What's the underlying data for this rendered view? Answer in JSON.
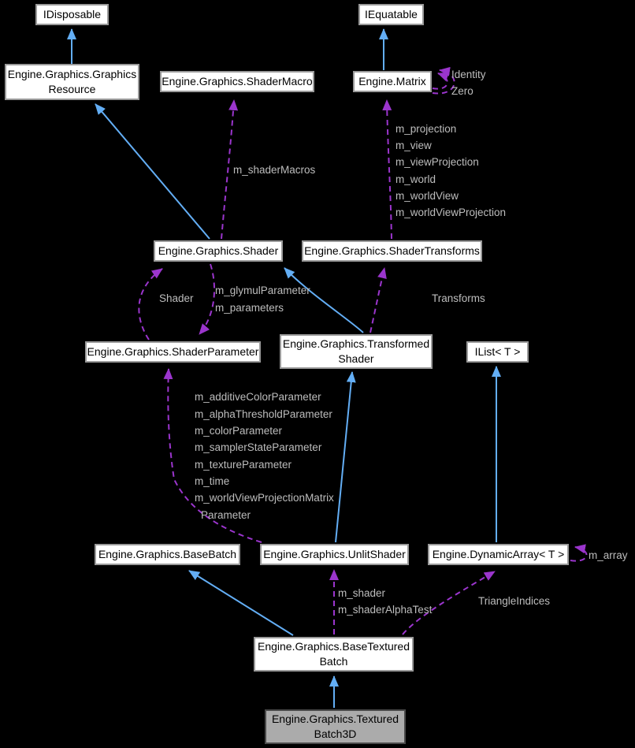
{
  "diagram": {
    "type": "collaboration-graph",
    "background": "#000000",
    "colors": {
      "inheritance_arrow": "#63aef5",
      "usage_arrow": "#9b35cd",
      "node_fill": "#ffffff",
      "node_border": "#9a9a9a",
      "node_text": "#000000",
      "selected_fill": "#ababab",
      "selected_border": "#4a4a4a",
      "edge_label": "#bdbdbd"
    }
  },
  "nodes": {
    "idisposable": {
      "label": "IDisposable"
    },
    "iequatable": {
      "label": "IEquatable"
    },
    "graphics_resource": {
      "line1": "Engine.Graphics.Graphics",
      "line2": "Resource"
    },
    "shader_macro": {
      "label": "Engine.Graphics.ShaderMacro"
    },
    "matrix": {
      "label": "Engine.Matrix"
    },
    "shader": {
      "label": "Engine.Graphics.Shader"
    },
    "shader_transforms": {
      "label": "Engine.Graphics.ShaderTransforms"
    },
    "shader_parameter": {
      "label": "Engine.Graphics.ShaderParameter"
    },
    "transformed_shader": {
      "line1": "Engine.Graphics.Transformed",
      "line2": "Shader"
    },
    "ilist": {
      "label": "IList< T >"
    },
    "base_batch": {
      "label": "Engine.Graphics.BaseBatch"
    },
    "unlit_shader": {
      "label": "Engine.Graphics.UnlitShader"
    },
    "dynamic_array": {
      "label": "Engine.DynamicArray< T >"
    },
    "base_textured_batch": {
      "line1": "Engine.Graphics.BaseTextured",
      "line2": "Batch"
    },
    "textured_batch_3d": {
      "line1": "Engine.Graphics.Textured",
      "line2": "Batch3D",
      "highlighted": true
    }
  },
  "edge_labels": {
    "identity": "Identity",
    "zero": "Zero",
    "m_shader_macros": "m_shaderMacros",
    "m_projection": "m_projection",
    "m_view": "m_view",
    "m_view_projection": "m_viewProjection",
    "m_world": "m_world",
    "m_world_view": "m_worldView",
    "m_world_view_projection": "m_worldViewProjection",
    "shader": "Shader",
    "m_glymul_parameter": "m_glymulParameter",
    "m_parameters": "m_parameters",
    "transforms": "Transforms",
    "m_additive_color_parameter": "m_additiveColorParameter",
    "m_alpha_threshold_parameter": "m_alphaThresholdParameter",
    "m_color_parameter": "m_colorParameter",
    "m_sampler_state_parameter": "m_samplerStateParameter",
    "m_texture_parameter": "m_textureParameter",
    "m_time": "m_time",
    "m_world_view_projection_matrix": "m_worldViewProjectionMatrix",
    "parameter_wrap": "Parameter",
    "m_shader": "m_shader",
    "m_shader_alpha_test": "m_shaderAlphaTest",
    "triangle_indices": "TriangleIndices",
    "m_array": "m_array"
  },
  "edges": [
    {
      "from": "Engine.Graphics.GraphicsResource",
      "to": "IDisposable",
      "type": "inheritance"
    },
    {
      "from": "Engine.Matrix",
      "to": "IEquatable",
      "type": "inheritance"
    },
    {
      "from": "Engine.Graphics.Shader",
      "to": "Engine.Graphics.GraphicsResource",
      "type": "inheritance"
    },
    {
      "from": "Engine.Graphics.Shader",
      "to": "Engine.Graphics.ShaderMacro",
      "type": "usage",
      "label": "m_shaderMacros"
    },
    {
      "from": "Engine.Graphics.ShaderTransforms",
      "to": "Engine.Matrix",
      "type": "usage",
      "label": "m_projection m_view m_viewProjection m_world m_worldView m_worldViewProjection"
    },
    {
      "from": "Engine.Matrix",
      "to": "Engine.Matrix",
      "type": "usage",
      "label": "Identity Zero"
    },
    {
      "from": "Engine.Graphics.ShaderParameter",
      "to": "Engine.Graphics.Shader",
      "type": "usage",
      "label": "Shader"
    },
    {
      "from": "Engine.Graphics.Shader",
      "to": "Engine.Graphics.ShaderParameter",
      "type": "usage",
      "label": "m_glymulParameter m_parameters"
    },
    {
      "from": "Engine.Graphics.TransformedShader",
      "to": "Engine.Graphics.Shader",
      "type": "inheritance"
    },
    {
      "from": "Engine.Graphics.TransformedShader",
      "to": "Engine.Graphics.ShaderTransforms",
      "type": "usage",
      "label": "Transforms"
    },
    {
      "from": "Engine.Graphics.UnlitShader",
      "to": "Engine.Graphics.TransformedShader",
      "type": "inheritance"
    },
    {
      "from": "Engine.Graphics.UnlitShader",
      "to": "Engine.Graphics.ShaderParameter",
      "type": "usage",
      "label": "m_additiveColorParameter m_alphaThresholdParameter m_colorParameter m_samplerStateParameter m_textureParameter m_time m_worldViewProjectionMatrixParameter"
    },
    {
      "from": "Engine.DynamicArray< T >",
      "to": "IList< T >",
      "type": "inheritance"
    },
    {
      "from": "Engine.DynamicArray< T >",
      "to": "Engine.DynamicArray< T >",
      "type": "usage",
      "label": "m_array"
    },
    {
      "from": "Engine.Graphics.BaseTexturedBatch",
      "to": "Engine.Graphics.BaseBatch",
      "type": "inheritance"
    },
    {
      "from": "Engine.Graphics.BaseTexturedBatch",
      "to": "Engine.Graphics.UnlitShader",
      "type": "usage",
      "label": "m_shader m_shaderAlphaTest"
    },
    {
      "from": "Engine.Graphics.BaseTexturedBatch",
      "to": "Engine.DynamicArray< T >",
      "type": "usage",
      "label": "TriangleIndices"
    },
    {
      "from": "Engine.Graphics.TexturedBatch3D",
      "to": "Engine.Graphics.BaseTexturedBatch",
      "type": "inheritance"
    }
  ]
}
